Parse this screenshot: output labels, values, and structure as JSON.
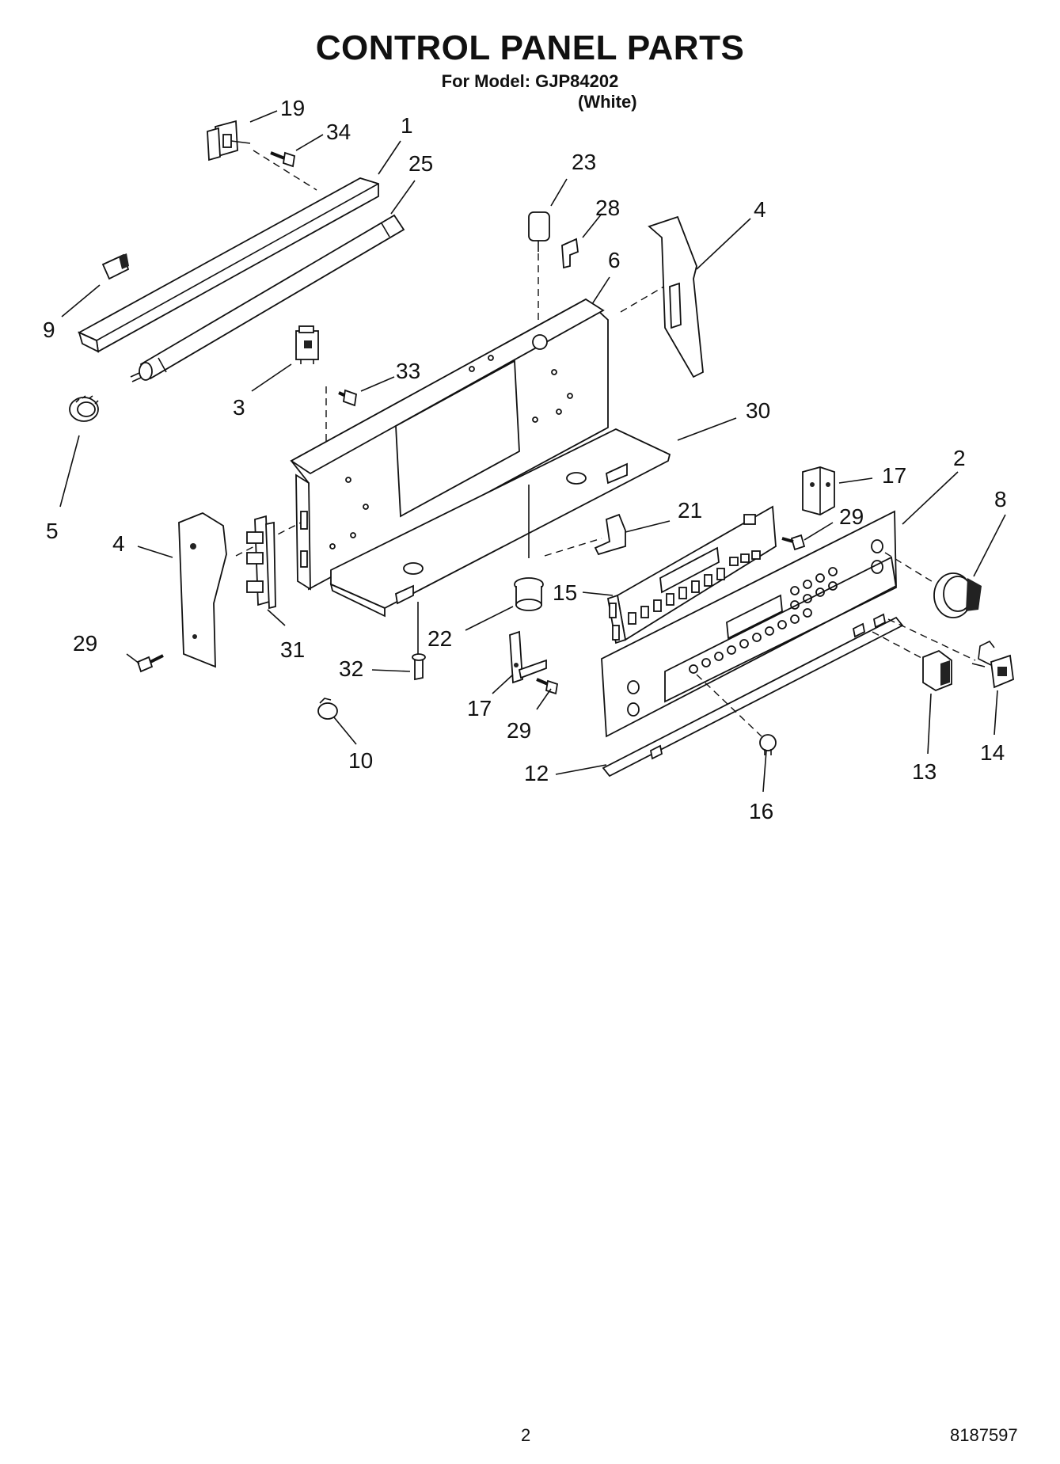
{
  "header": {
    "title": "CONTROL PANEL PARTS",
    "model": "For Model: GJP84202",
    "color": "(White)"
  },
  "footer": {
    "page_number": "2",
    "doc_number": "8187597"
  },
  "callouts": {
    "c19": "19",
    "c34": "34",
    "c1": "1",
    "c25": "25",
    "c23": "23",
    "c28": "28",
    "c4a": "4",
    "c6": "6",
    "c9": "9",
    "c3": "3",
    "c33": "33",
    "c30": "30",
    "c5": "5",
    "c17a": "17",
    "c2": "2",
    "c8": "8",
    "c29a": "29",
    "c21": "21",
    "c4b": "4",
    "c15": "15",
    "c29b": "29",
    "c31": "31",
    "c22": "22",
    "c32": "32",
    "c17b": "17",
    "c29c": "29",
    "c10": "10",
    "c12": "12",
    "c16": "16",
    "c13": "13",
    "c14": "14"
  }
}
